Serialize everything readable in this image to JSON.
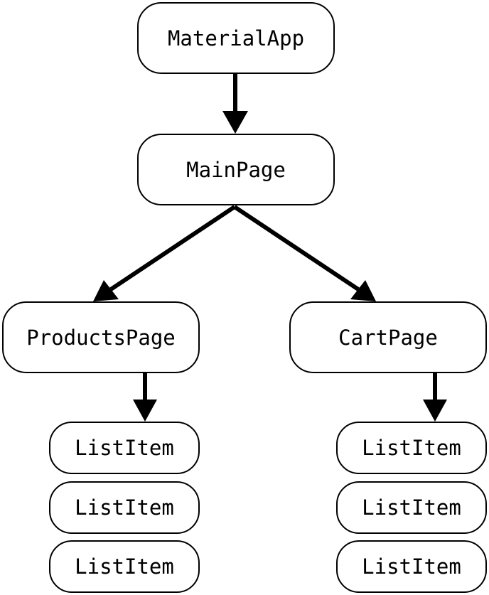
{
  "diagram": {
    "root": {
      "label": "MaterialApp"
    },
    "main": {
      "label": "MainPage"
    },
    "products": {
      "label": "ProductsPage",
      "items": [
        "ListItem",
        "ListItem",
        "ListItem"
      ]
    },
    "cart": {
      "label": "CartPage",
      "items": [
        "ListItem",
        "ListItem",
        "ListItem"
      ]
    },
    "edges": [
      {
        "from": "MaterialApp",
        "to": "MainPage"
      },
      {
        "from": "MainPage",
        "to": "ProductsPage"
      },
      {
        "from": "MainPage",
        "to": "CartPage"
      },
      {
        "from": "ProductsPage",
        "to": "ListItem"
      },
      {
        "from": "CartPage",
        "to": "ListItem"
      }
    ],
    "colors": {
      "stroke": "#000000",
      "fill": "#ffffff"
    }
  }
}
